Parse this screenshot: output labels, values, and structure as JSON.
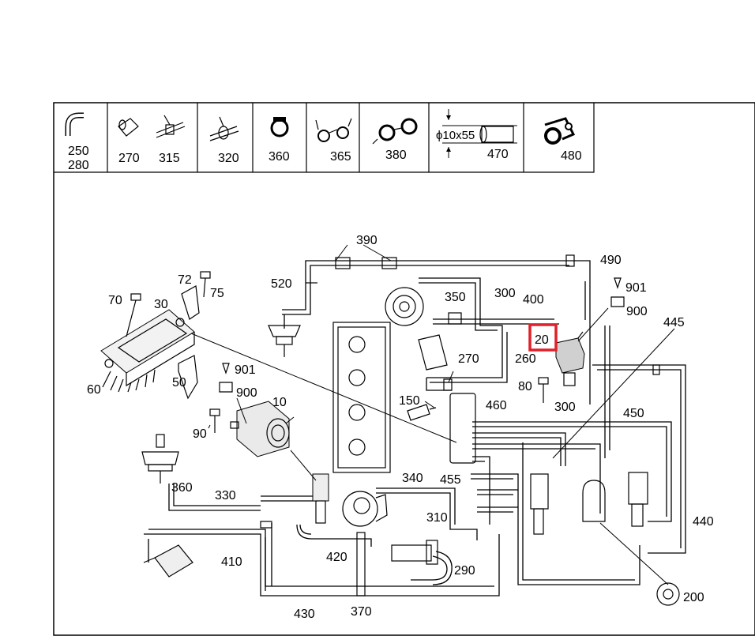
{
  "diagram": {
    "title": "Vacuum line routing diagram",
    "highlight_color": "#e0202a",
    "highlighted_callout": "20",
    "legend": [
      {
        "id": "250",
        "sub": "280",
        "icon": "hose-bend-icon"
      },
      {
        "id": "270",
        "icon": "hose-connector-icon"
      },
      {
        "id": "315",
        "icon": "t-connector-icon"
      },
      {
        "id": "320",
        "icon": "y-connector-icon"
      },
      {
        "id": "360",
        "icon": "clamp-icon"
      },
      {
        "id": "365",
        "icon": "double-clip-icon"
      },
      {
        "id": "380",
        "icon": "holder-clip-icon"
      },
      {
        "id": "470",
        "icon": "hose-dimension-icon",
        "dimension": "ϕ10x55"
      },
      {
        "id": "480",
        "icon": "bracket-clip-icon"
      }
    ],
    "callouts": {
      "c10": "10",
      "c20": "20",
      "c30": "30",
      "c50": "50",
      "c60": "60",
      "c70": "70",
      "c72": "72",
      "c75": "75",
      "c80": "80",
      "c90": "90",
      "c150": "150",
      "c200": "200",
      "c260": "260",
      "c270": "270",
      "c290": "290",
      "c300a": "300",
      "c300b": "300",
      "c310": "310",
      "c330": "330",
      "c340": "340",
      "c350": "350",
      "c360": "360",
      "c370": "370",
      "c390": "390",
      "c400": "400",
      "c410": "410",
      "c420": "420",
      "c430": "430",
      "c440": "440",
      "c445": "445",
      "c450": "450",
      "c455": "455",
      "c460": "460",
      "c490": "490",
      "c520": "520",
      "c900a": "900",
      "c901a": "901",
      "c900b": "900",
      "c901b": "901"
    }
  }
}
